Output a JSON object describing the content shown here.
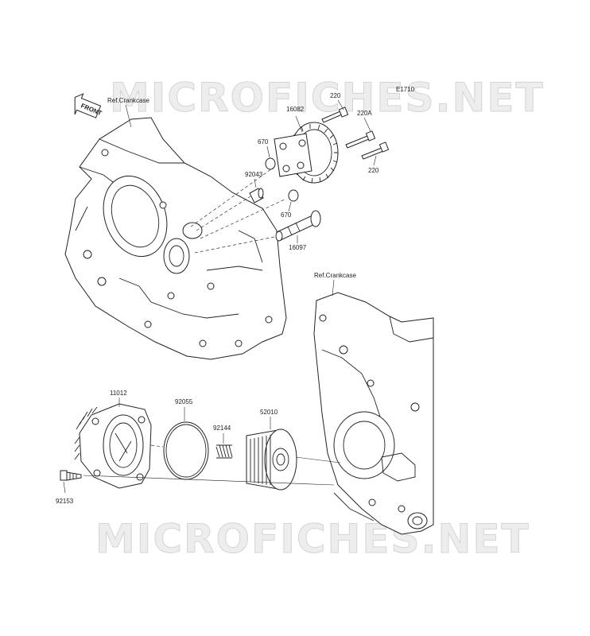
{
  "watermark": "MICROFICHES.NET",
  "diagram_code": "E1710",
  "front_marker": "FRONT",
  "ref_labels": [
    "Ref.Crankcase",
    "Ref.Crankcase"
  ],
  "parts": {
    "p220_top": "220",
    "p220a": "220A",
    "p220_bottom": "220",
    "p16082": "16082",
    "p670_top": "670",
    "p92043": "92043",
    "p670_bottom": "670",
    "p16097": "16097",
    "p11012": "11012",
    "p92055": "92055",
    "p92144": "92144",
    "p52010": "52010",
    "p92153": "92153"
  }
}
